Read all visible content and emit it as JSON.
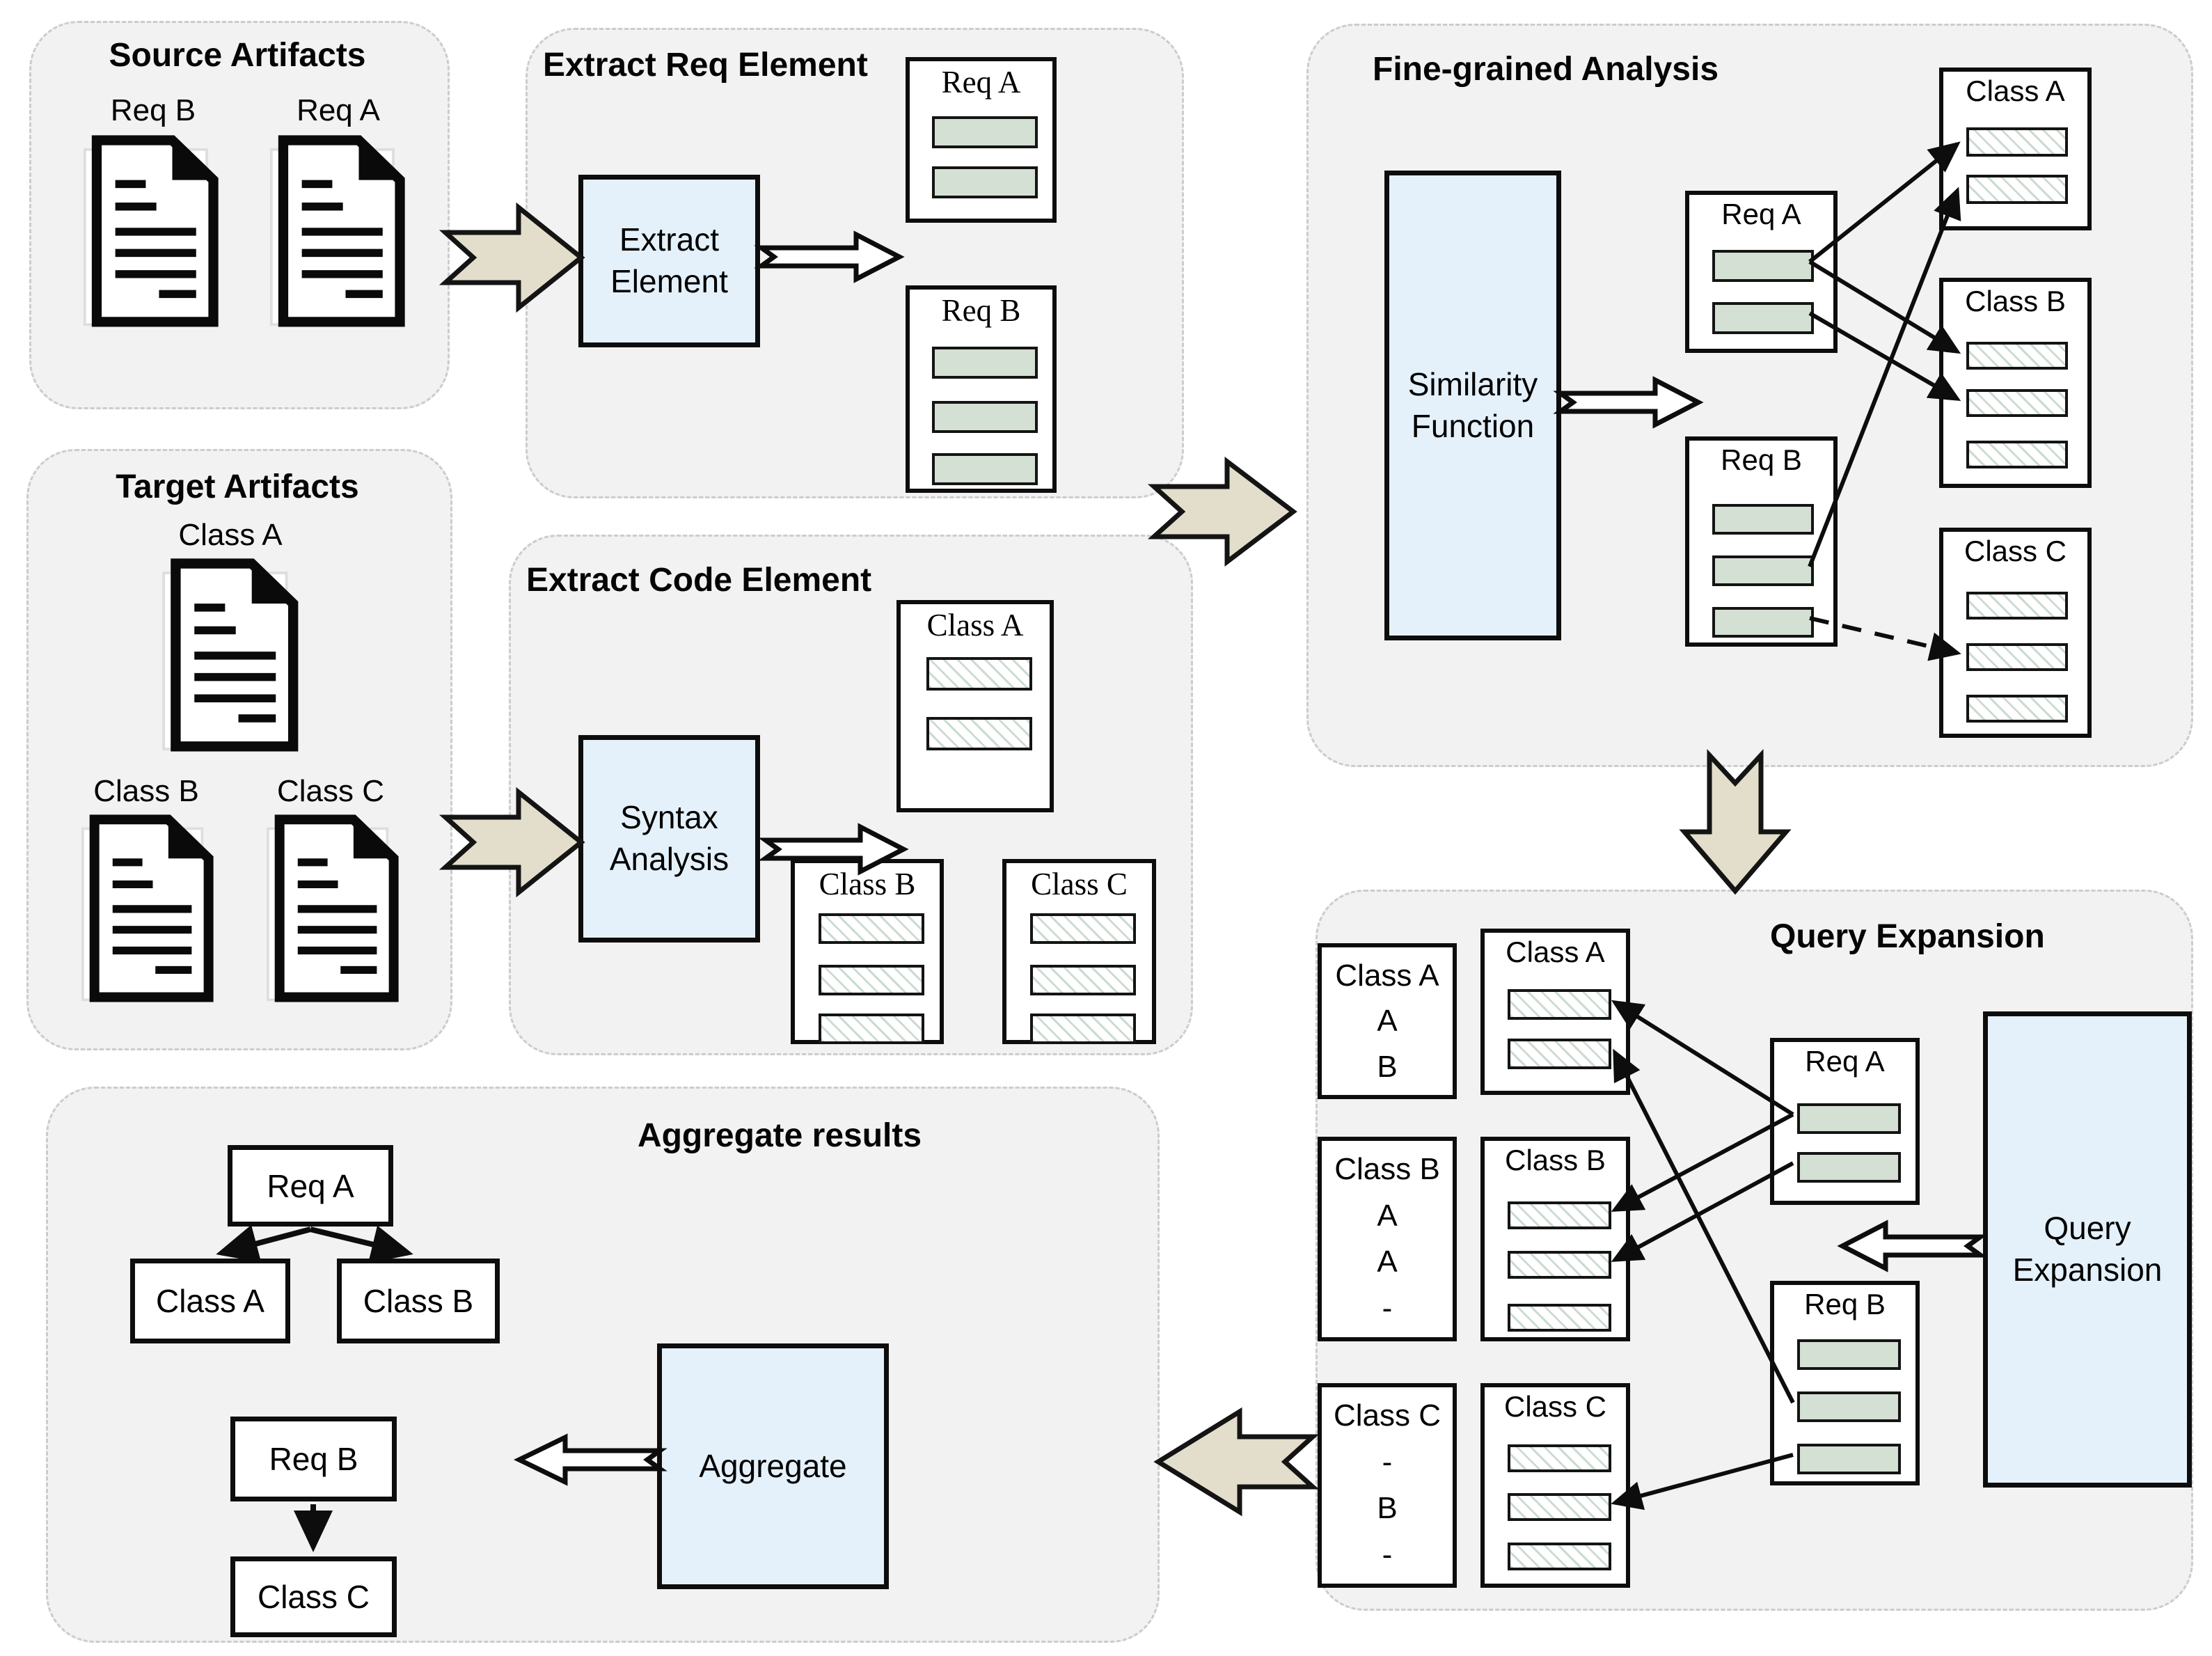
{
  "panels": {
    "source": {
      "title": "Source Artifacts",
      "docs": [
        {
          "label": "Req B"
        },
        {
          "label": "Req A"
        }
      ]
    },
    "target": {
      "title": "Target Artifacts",
      "docs": [
        {
          "label": "Class A"
        },
        {
          "label": "Class B"
        },
        {
          "label": "Class C"
        }
      ]
    },
    "extract_req": {
      "title": "Extract Req Element",
      "process_lines": [
        "Extract",
        "Element"
      ],
      "elements": [
        {
          "label": "Req A",
          "fragments": 2
        },
        {
          "label": "Req B",
          "fragments": 3
        }
      ]
    },
    "extract_code": {
      "title": "Extract Code Element",
      "process_lines": [
        "Syntax",
        "Analysis"
      ],
      "elements": [
        {
          "label": "Class A",
          "fragments": 2
        },
        {
          "label": "Class B",
          "fragments": 3
        },
        {
          "label": "Class C",
          "fragments": 3
        }
      ]
    },
    "fine_grained": {
      "title": "Fine-grained Analysis",
      "process_lines": [
        "Similarity",
        "Function"
      ],
      "req_elements": [
        {
          "label": "Req A",
          "fragments": 2
        },
        {
          "label": "Req B",
          "fragments": 3
        }
      ],
      "code_elements": [
        {
          "label": "Class A",
          "fragments": 2
        },
        {
          "label": "Class B",
          "fragments": 3
        },
        {
          "label": "Class C",
          "fragments": 3
        }
      ],
      "links": [
        {
          "from": "Req A.1",
          "to": "Class A.1",
          "style": "solid"
        },
        {
          "from": "Req A.1",
          "to": "Class B.1",
          "style": "solid"
        },
        {
          "from": "Req A.2",
          "to": "Class B.2",
          "style": "solid"
        },
        {
          "from": "Req B.2",
          "to": "Class A.2",
          "style": "solid"
        },
        {
          "from": "Req B.3",
          "to": "Class C.2",
          "style": "dashed"
        }
      ]
    },
    "query_expansion": {
      "title": "Query Expansion",
      "process_lines": [
        "Query",
        "Expansion"
      ],
      "results": [
        {
          "header": "Class A",
          "rows": [
            "A",
            "B"
          ]
        },
        {
          "header": "Class B",
          "rows": [
            "A",
            "A",
            "-"
          ]
        },
        {
          "header": "Class C",
          "rows": [
            "-",
            "B",
            "-"
          ]
        }
      ],
      "req_elements": [
        {
          "label": "Req A",
          "fragments": 2
        },
        {
          "label": "Req B",
          "fragments": 3
        }
      ],
      "code_elements": [
        {
          "label": "Class A",
          "fragments": 2
        },
        {
          "label": "Class B",
          "fragments": 3
        },
        {
          "label": "Class C",
          "fragments": 3
        }
      ],
      "links": [
        {
          "from": "Req A.1",
          "to": "Class A.1",
          "style": "solid"
        },
        {
          "from": "Req A.1",
          "to": "Class B.1",
          "style": "solid"
        },
        {
          "from": "Req A.2",
          "to": "Class B.2",
          "style": "solid"
        },
        {
          "from": "Req B.2",
          "to": "Class A.2",
          "style": "solid"
        },
        {
          "from": "Req B.3",
          "to": "Class C.2",
          "style": "solid"
        }
      ]
    },
    "aggregate": {
      "title": "Aggregate results",
      "process_label": "Aggregate",
      "nodes": [
        {
          "label": "Req A"
        },
        {
          "label": "Class A"
        },
        {
          "label": "Class B"
        },
        {
          "label": "Req B"
        },
        {
          "label": "Class C"
        }
      ],
      "tree": [
        {
          "from": "Req A",
          "to": [
            "Class A",
            "Class B"
          ]
        },
        {
          "from": "Req B",
          "to": [
            "Class C"
          ]
        }
      ]
    }
  },
  "colors": {
    "panel_bg": "#f2f2f2",
    "process_box": "#e4f1fa",
    "req_fragment": "#d5e0d4",
    "code_fragment_hatch": "#a8bfae",
    "flow_arrow": "#e3decb",
    "line": "#0d0d0d"
  }
}
